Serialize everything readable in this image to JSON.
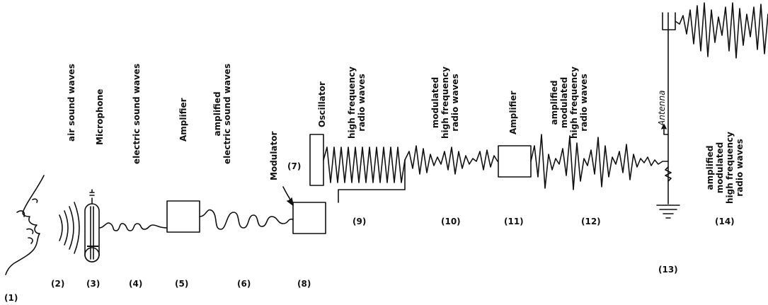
{
  "labels": {
    "air_sound_waves": "air sound waves",
    "microphone": "Microphone",
    "electric_sound_waves": "electric sound waves",
    "amplifier_1": "Amplifier",
    "amplified_electric_sound_waves": [
      "amplified",
      "electric sound waves"
    ],
    "modulator": "Modulator",
    "oscillator": "Oscillator",
    "high_frequency_radio_waves": [
      "high frequency",
      "radio waves"
    ],
    "modulated_high_frequency_radio_waves": [
      "modulated",
      "high frequency",
      "radio waves"
    ],
    "amplifier_2": "Amplifier",
    "amplified_modulated_high_frequency_radio_waves_1": [
      "amplified",
      "modulated",
      "high frequency",
      "radio waves"
    ],
    "antenna": "Antenna",
    "amplified_modulated_high_frequency_radio_waves_2": [
      "amplified",
      "modulated",
      "high frequency",
      "radio waves"
    ]
  },
  "numbers": {
    "n1": "(1)",
    "n2": "(2)",
    "n3": "(3)",
    "n4": "(4)",
    "n5": "(5)",
    "n6": "(6)",
    "n7": "(7)",
    "n8": "(8)",
    "n9": "(9)",
    "n10": "(10)",
    "n11": "(11)",
    "n12": "(12)",
    "n13": "(13)",
    "n14": "(14)"
  }
}
